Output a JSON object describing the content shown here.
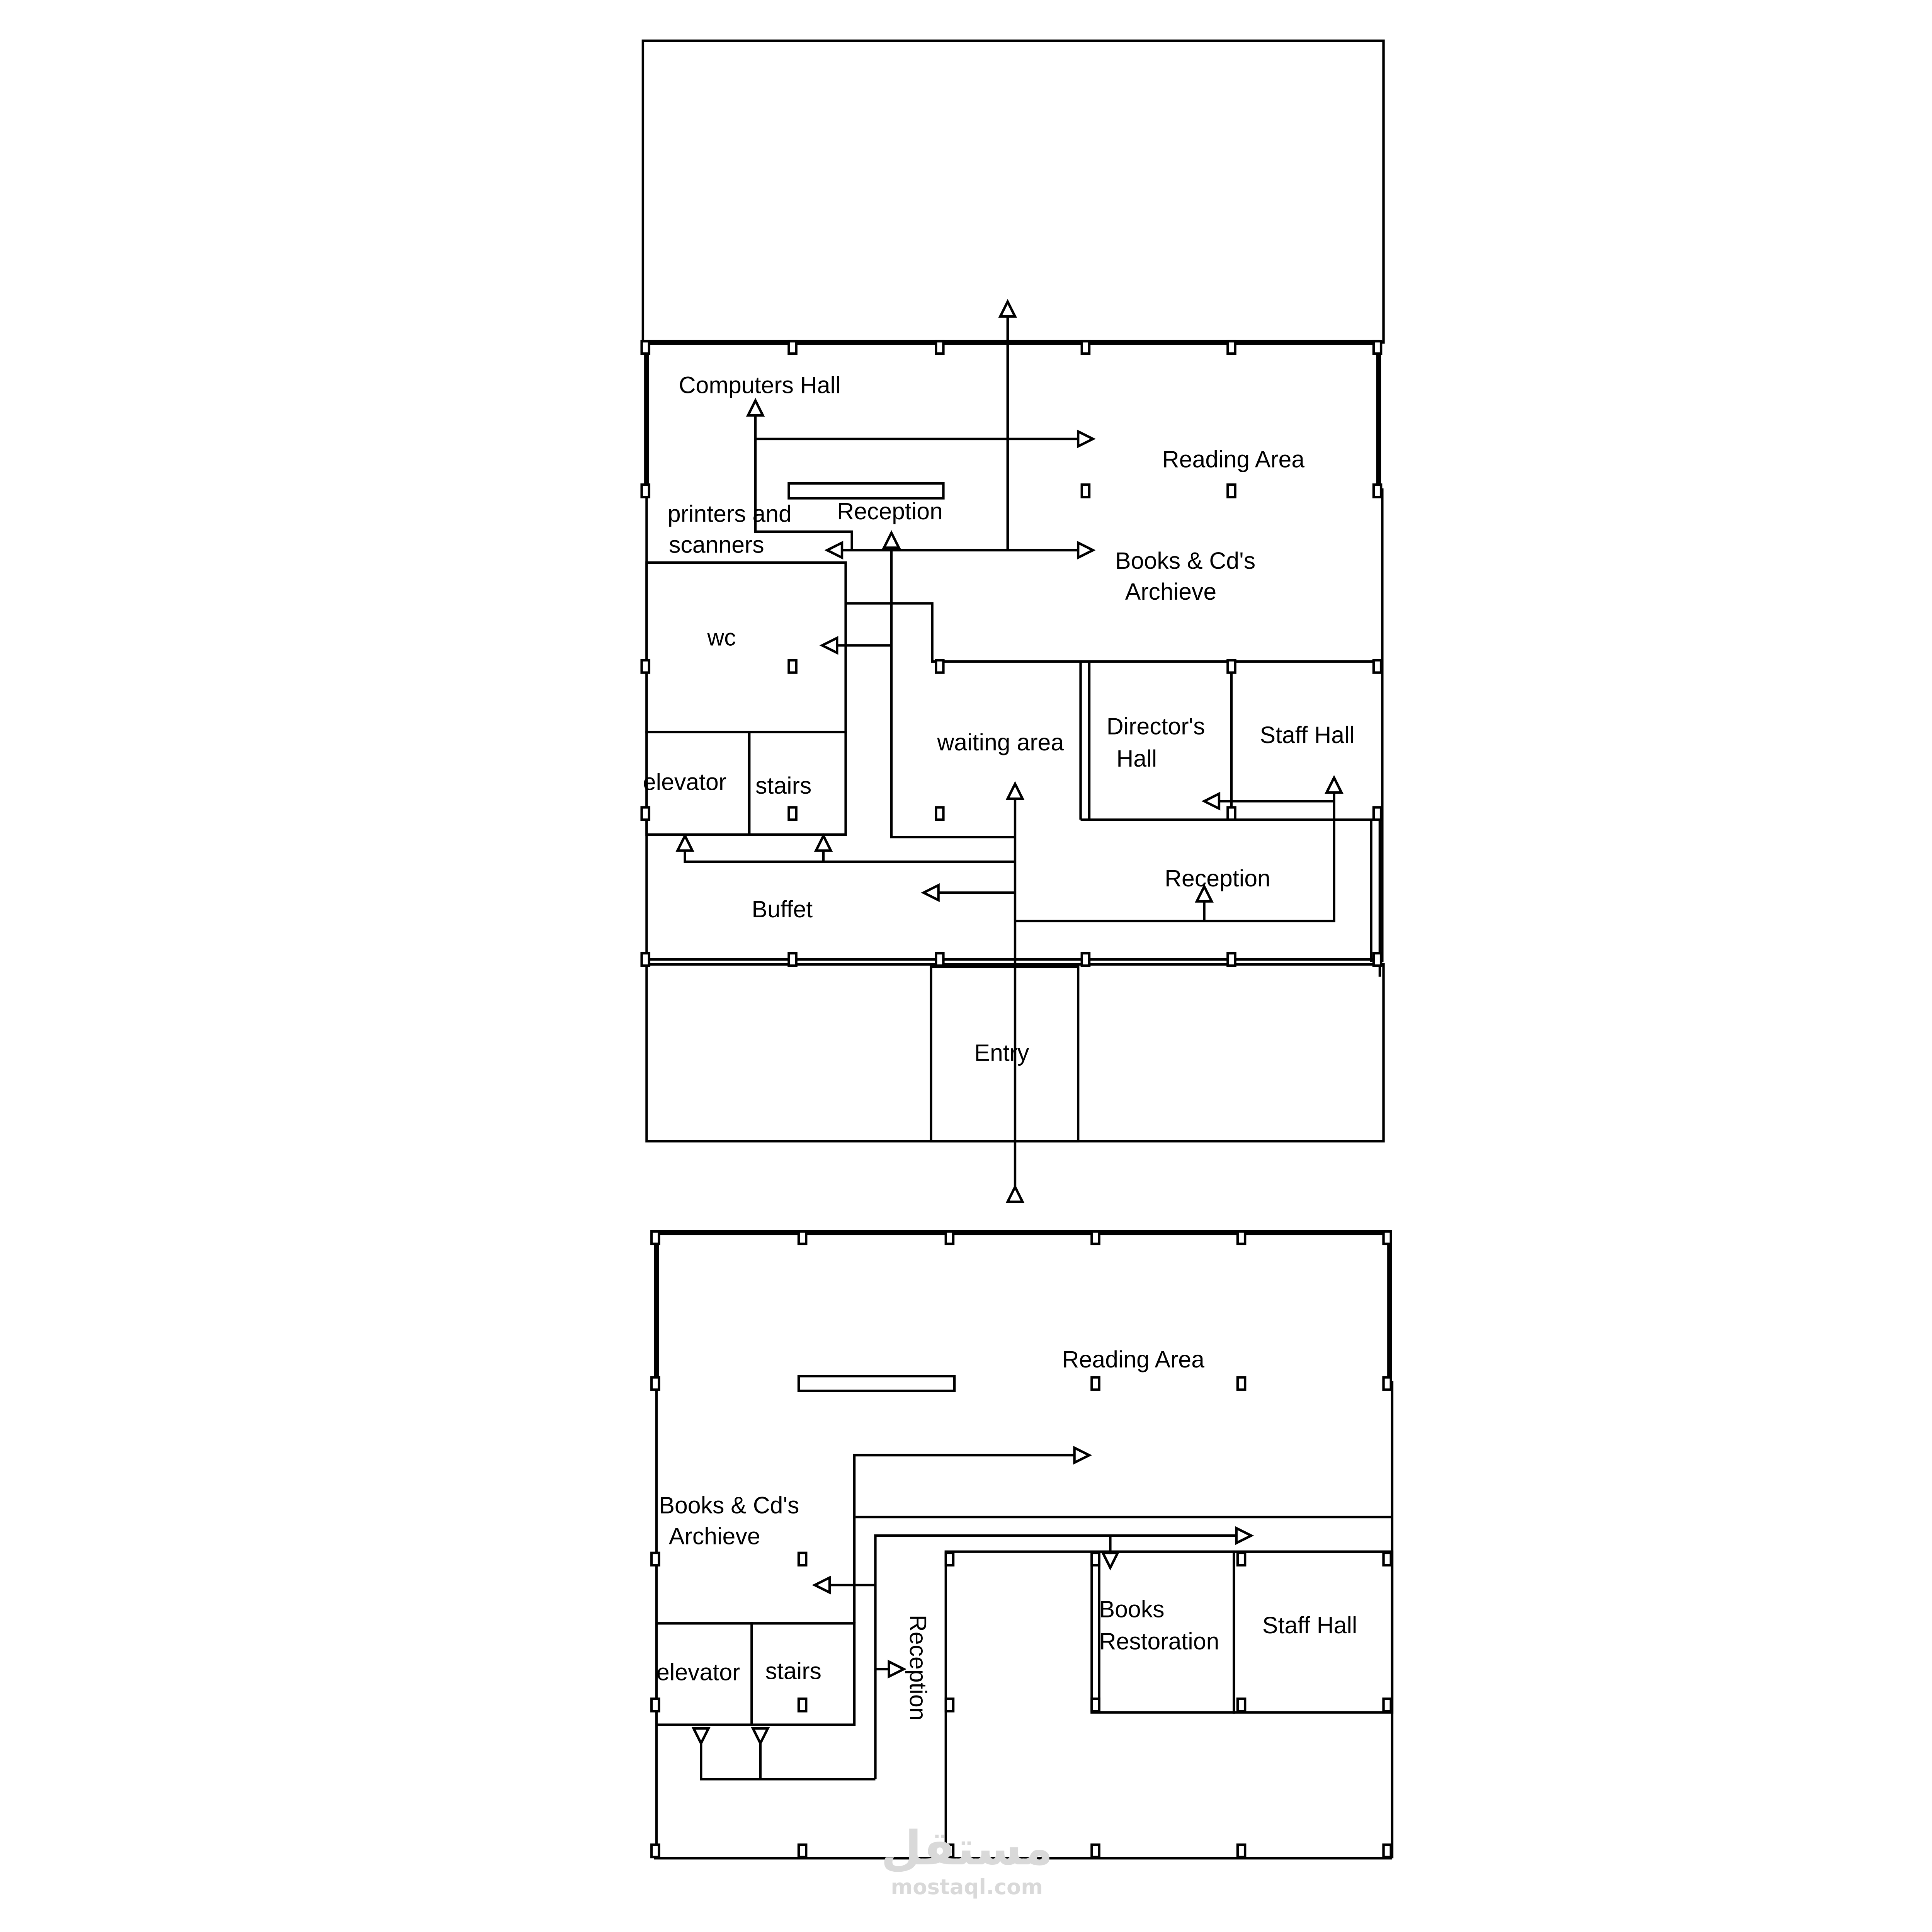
{
  "ground_floor": {
    "labels": {
      "computers_hall": "Computers Hall",
      "reading_area": "Reading Area",
      "printers_1": "printers and",
      "printers_2": "scanners",
      "reception_top": "Reception",
      "books_1": "Books & Cd's",
      "books_2": "Archieve",
      "wc": "wc",
      "waiting_area": "waiting area",
      "director_1": "Director's",
      "director_2": "Hall",
      "staff_hall": "Staff Hall",
      "elevator": "elevator",
      "stairs": "stairs",
      "reception_bottom": "Reception",
      "buffet": "Buffet",
      "entry": "Entry"
    }
  },
  "first_floor": {
    "labels": {
      "reading_area": "Reading Area",
      "books_1": "Books & Cd's",
      "books_2": "Archieve",
      "elevator": "elevator",
      "stairs": "stairs",
      "reception": "Reception",
      "restoration_1": "Books",
      "restoration_2": "Restoration",
      "staff_hall": "Staff Hall"
    }
  },
  "watermark": {
    "arabic": "مستقل",
    "latin": "mostaql.com"
  }
}
